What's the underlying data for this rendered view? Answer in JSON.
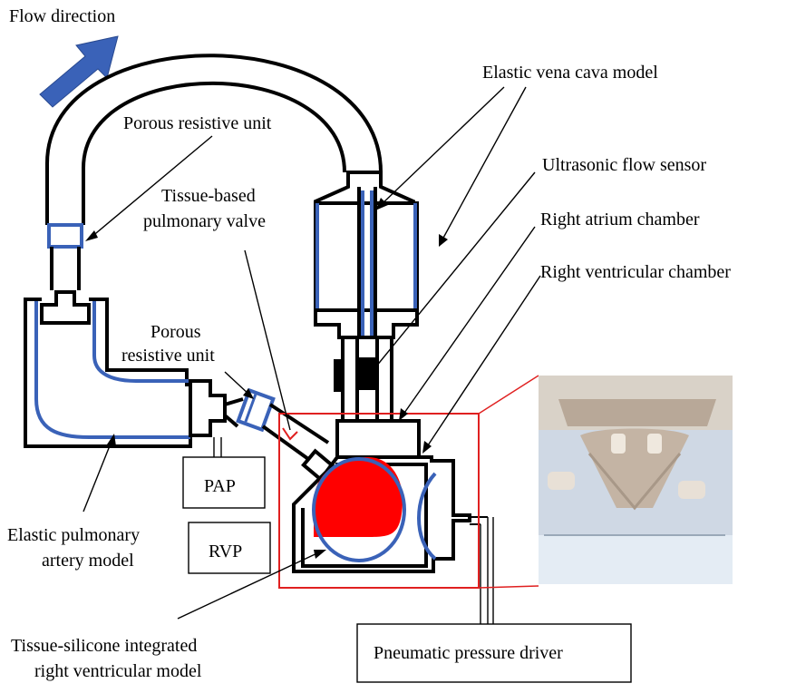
{
  "labels": {
    "flow_direction": "Flow direction",
    "porous_resistive_unit_top": "Porous resistive unit",
    "tissue_valve_line1": "Tissue-based",
    "tissue_valve_line2": "pulmonary valve",
    "porous_unit_line1": "Porous",
    "porous_unit_line2": "resistive unit",
    "elastic_vena_cava": "Elastic vena cava model",
    "ultrasonic_sensor": "Ultrasonic flow sensor",
    "right_atrium": "Right atrium chamber",
    "right_ventricular": "Right ventricular chamber",
    "pap": "PAP",
    "rvp": "RVP",
    "elastic_pa_line1": "Elastic pulmonary",
    "elastic_pa_line2": "artery model",
    "tissue_silicone_line1": "Tissue-silicone integrated",
    "tissue_silicone_line2": "right ventricular model",
    "pneumatic_driver": "Pneumatic pressure driver"
  },
  "colors": {
    "outline": "#000000",
    "tube_lining": "#3a62b8",
    "blood_fill": "#ff0000",
    "highlight_frame": "#e02020",
    "flow_arrow": "#3a62b8"
  }
}
